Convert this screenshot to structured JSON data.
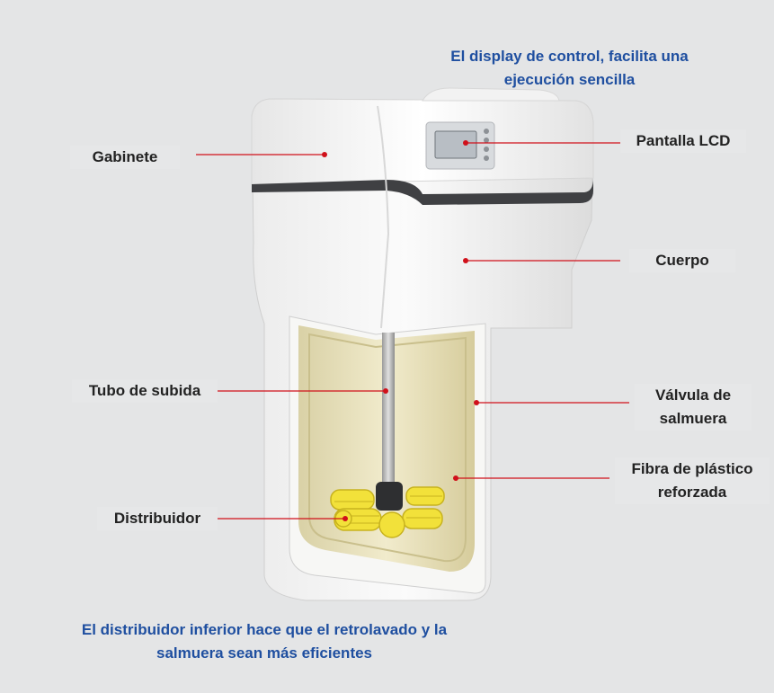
{
  "captions": {
    "top": "El display de control, facilita una ejecución sencilla",
    "bottom": "El distribuidor inferior hace que el retrolavado y la salmuera sean más eficientes"
  },
  "labels": {
    "gabinete": "Gabinete",
    "pantalla_lcd": "Pantalla LCD",
    "cuerpo": "Cuerpo",
    "tubo_subida": "Tubo de subida",
    "valvula_salmuera": "Válvula de salmuera",
    "fibra_plastico": "Fibra de plástico reforzada",
    "distribuidor": "Distribuidor"
  },
  "colors": {
    "caption": "#1f4fa0",
    "leader_line": "#d0101a",
    "body_white": "#f4f4f4",
    "tank_inner": "#e9e2c0",
    "distributor_yellow": "#f2e13a"
  }
}
